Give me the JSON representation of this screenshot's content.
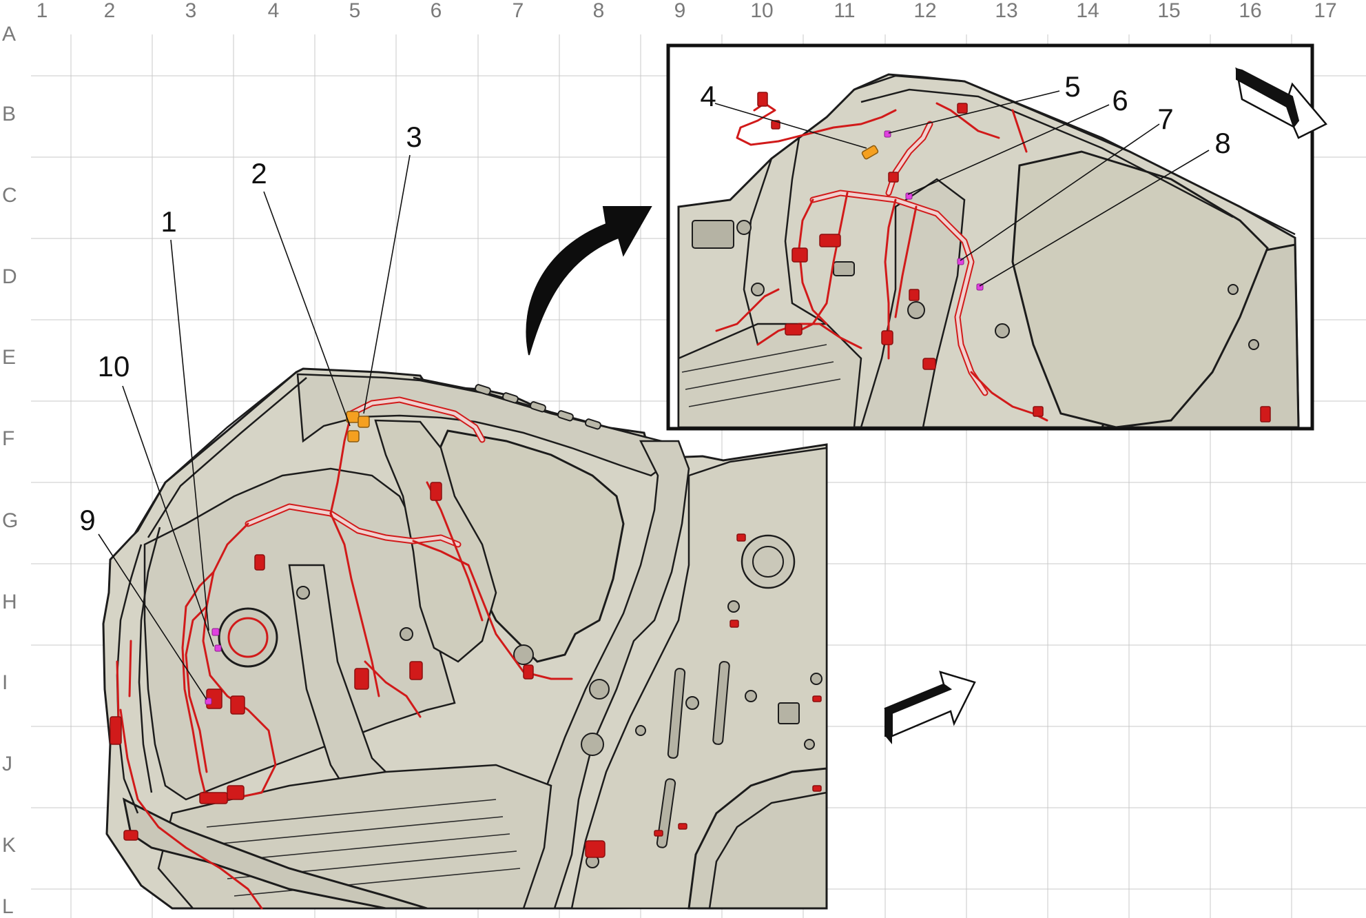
{
  "grid": {
    "columns": [
      "1",
      "2",
      "3",
      "4",
      "5",
      "6",
      "7",
      "8",
      "9",
      "10",
      "11",
      "12",
      "13",
      "14",
      "15",
      "16",
      "17"
    ],
    "rows": [
      "A",
      "B",
      "C",
      "D",
      "E",
      "F",
      "G",
      "H",
      "I",
      "J",
      "K",
      "L"
    ]
  },
  "callouts": [
    "1",
    "2",
    "3",
    "4",
    "5",
    "6",
    "7",
    "8",
    "9",
    "10"
  ],
  "colors": {
    "body_panel": "#d6d4c6",
    "outline": "#1c1c1c",
    "harness": "#d11a1a",
    "connector_orange": "#f5a020",
    "connector_magenta": "#e040e0",
    "grid": "#c8c8c8",
    "grid_label": "#7a7a7a"
  },
  "icons": {
    "view_arrow": "curved-arrow-icon",
    "direction_arrow": "forward-direction-arrow-icon"
  }
}
